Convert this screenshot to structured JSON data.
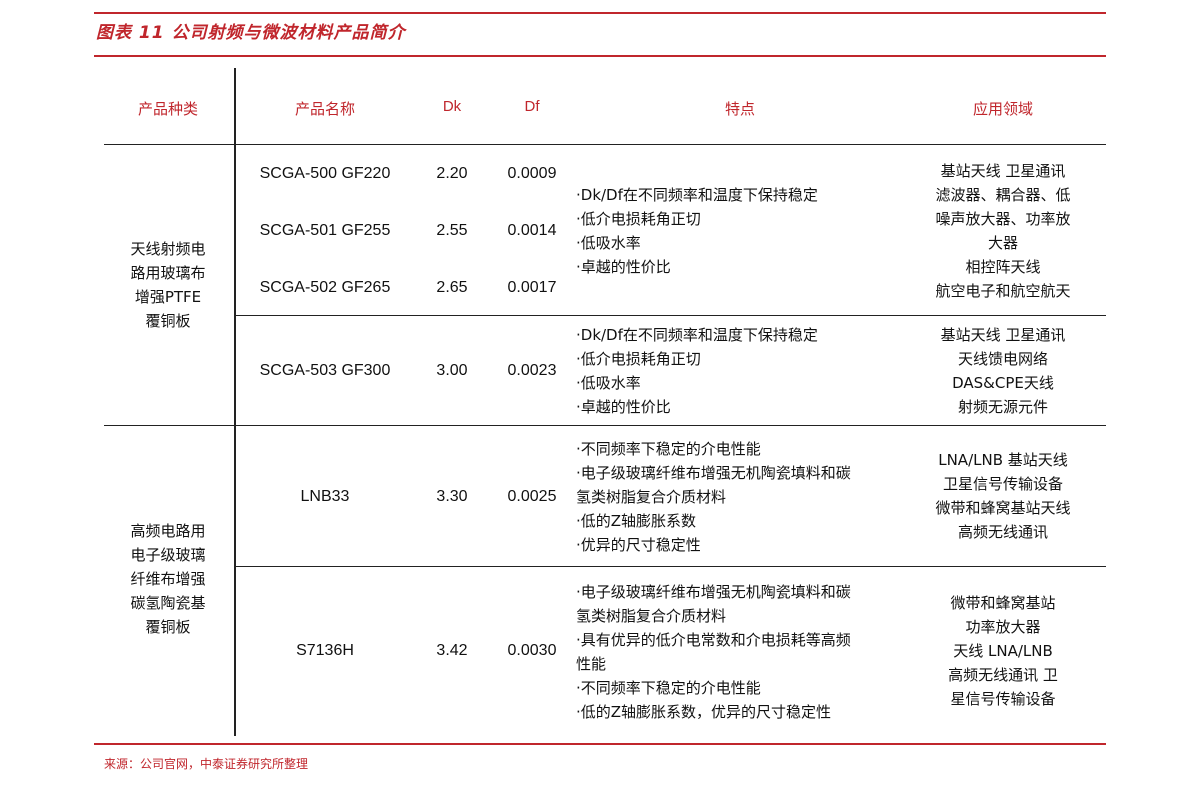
{
  "title": "图表 11  公司射频与微波材料产品简介",
  "source": "来源：公司官网，中泰证券研究所整理",
  "colors": {
    "accent": "#c0262c",
    "text": "#111111",
    "rule": "#222222"
  },
  "headers": [
    "产品种类",
    "产品名称",
    "Dk",
    "Df",
    "特点",
    "应用领域"
  ],
  "categories": [
    {
      "lines": [
        "天线射频电",
        "路用玻璃布",
        "增强PTFE",
        "覆铜板"
      ]
    },
    {
      "lines": [
        "高频电路用",
        "电子级玻璃",
        "纤维布增强",
        "碳氢陶瓷基",
        "覆铜板"
      ]
    }
  ],
  "products": [
    {
      "name": "SCGA-500 GF220",
      "dk": "2.20",
      "df": "0.0009"
    },
    {
      "name": "SCGA-501 GF255",
      "dk": "2.55",
      "df": "0.0014"
    },
    {
      "name": "SCGA-502 GF265",
      "dk": "2.65",
      "df": "0.0017"
    },
    {
      "name": "SCGA-503 GF300",
      "dk": "3.00",
      "df": "0.0023"
    },
    {
      "name": "LNB33",
      "dk": "3.30",
      "df": "0.0025"
    },
    {
      "name": "S7136H",
      "dk": "3.42",
      "df": "0.0030"
    }
  ],
  "features": [
    [
      "·Dk/Df在不同频率和温度下保持稳定",
      "·低介电损耗角正切",
      "·低吸水率",
      "·卓越的性价比"
    ],
    [
      "·Dk/Df在不同频率和温度下保持稳定",
      "·低介电损耗角正切",
      "·低吸水率",
      "·卓越的性价比"
    ],
    [
      "·不同频率下稳定的介电性能",
      "·电子级玻璃纤维布增强无机陶瓷填料和碳",
      "氢类树脂复合介质材料",
      "·低的Z轴膨胀系数",
      "·优异的尺寸稳定性"
    ],
    [
      "·电子级玻璃纤维布增强无机陶瓷填料和碳",
      "氢类树脂复合介质材料",
      "·具有优异的低介电常数和介电损耗等高频",
      "性能",
      "·不同频率下稳定的介电性能",
      "·低的Z轴膨胀系数，优异的尺寸稳定性"
    ]
  ],
  "applications": [
    [
      "基站天线  卫星通讯",
      "滤波器、耦合器、低",
      "噪声放大器、功率放",
      "大器",
      "相控阵天线",
      "航空电子和航空航天"
    ],
    [
      "基站天线  卫星通讯",
      "天线馈电网络",
      "DAS&CPE天线",
      "射频无源元件"
    ],
    [
      "LNA/LNB  基站天线",
      "卫星信号传输设备",
      "微带和蜂窝基站天线",
      "高频无线通讯"
    ],
    [
      "微带和蜂窝基站",
      "功率放大器",
      "天线   LNA/LNB",
      "高频无线通讯 卫",
      "星信号传输设备"
    ]
  ]
}
